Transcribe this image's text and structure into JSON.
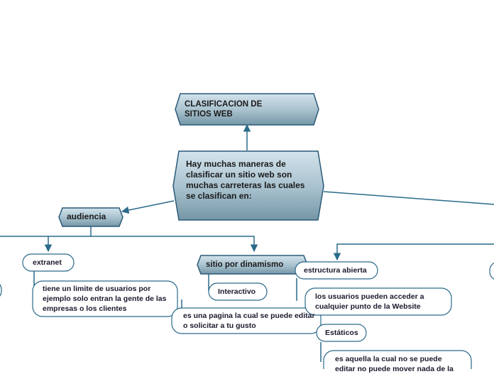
{
  "nodes": {
    "title": "CLASIFICACION DE SITIOS WEB",
    "central": "Hay muchas maneras de clasificar un sitio web son muchas carreteras las cuales se clasifican en:",
    "audiencia": "audiencia",
    "extranet": "extranet",
    "extranet_desc": "tiene un limite de usuarios por ejemplo solo entran la gente de las empresas o los clientes",
    "dinamismo": "sitio por dinamismo",
    "interactivo": "Interactivo",
    "interactivo_desc": "es una pagina la cual se puede editar o solicitar a tu gusto",
    "estructura_abierta": "estructura abierta",
    "estructura_desc": "los usuarios pueden acceder a cualquier punto de la Website",
    "estaticos": "Estáticos",
    "estaticos_desc": "es aquella la cual no se puede editar no puede mover nada de la"
  },
  "colors": {
    "hex_fill_light": "#c9dbe5",
    "hex_fill_dark": "#7a9bab",
    "hex_stroke": "#2a5a78",
    "line": "#2a6a8a",
    "leaf_stroke": "#2a6a8a"
  }
}
